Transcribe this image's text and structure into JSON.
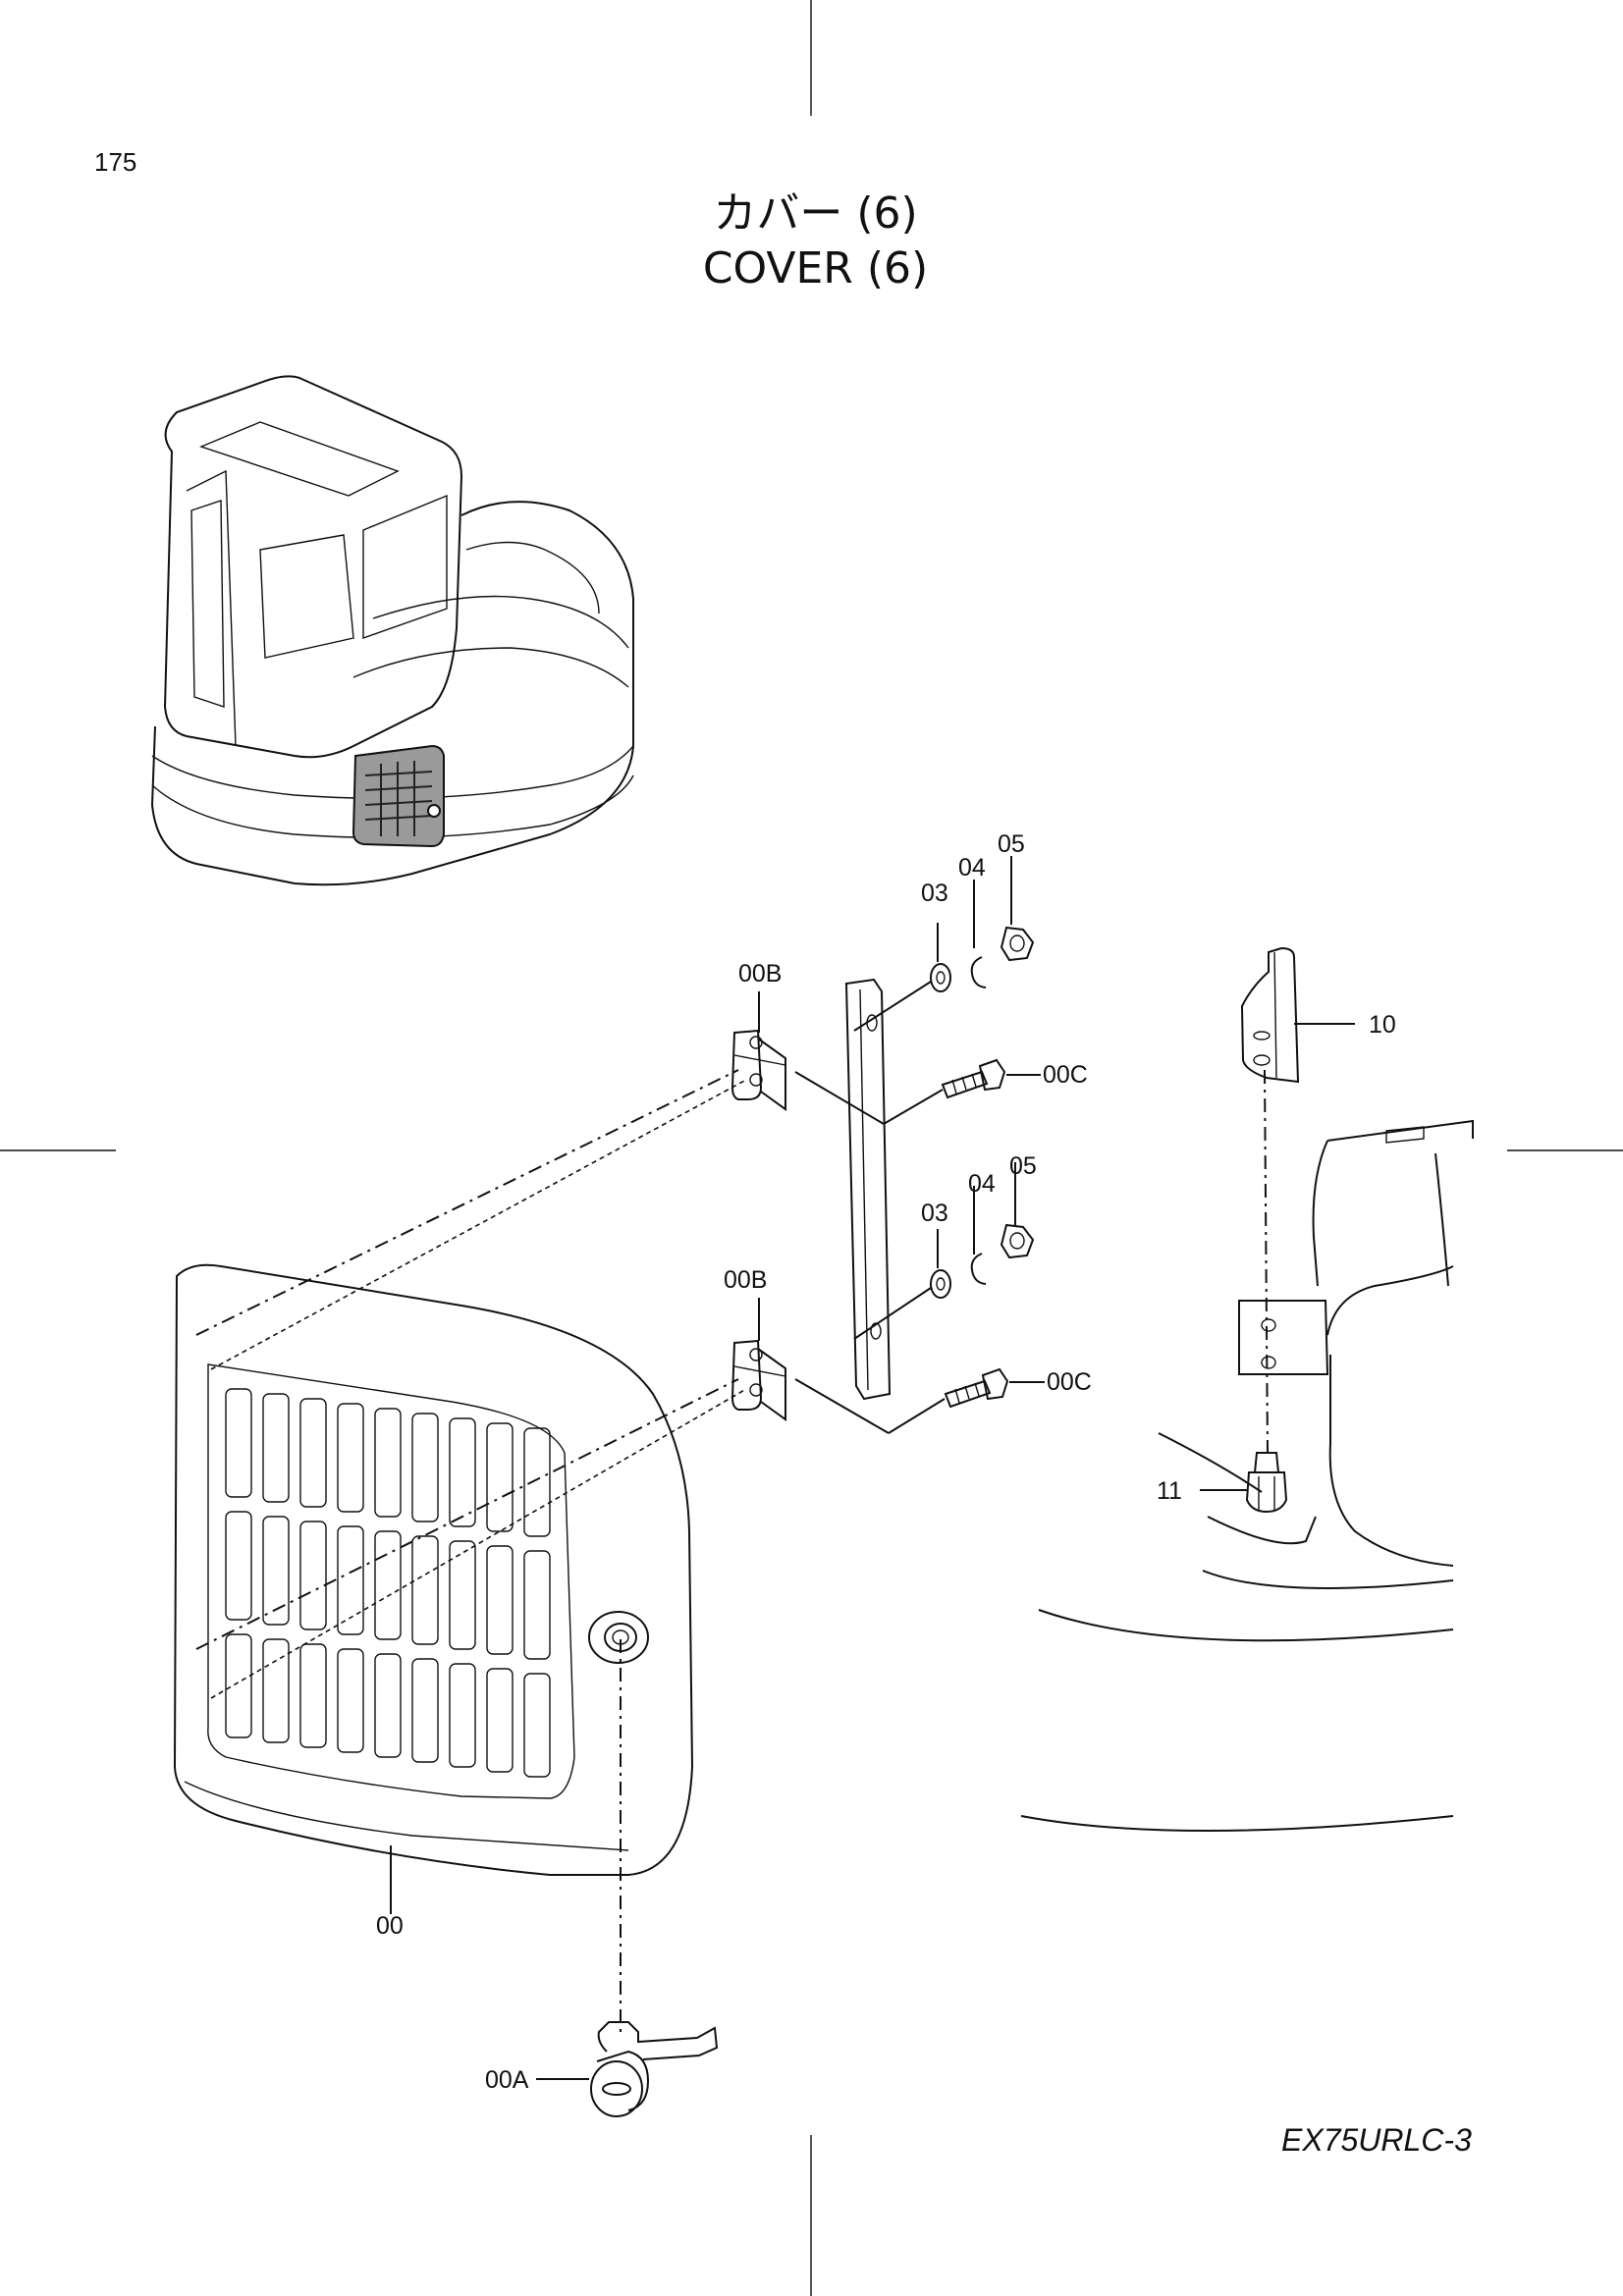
{
  "page": {
    "number": "175",
    "title_jp": "カバー (6)",
    "title_en": "COVER (6)",
    "model": "EX75URLC-3"
  },
  "callouts": {
    "p00": "00",
    "p00A": "00A",
    "p00B_upper": "00B",
    "p00B_lower": "00B",
    "p00C_upper": "00C",
    "p00C_lower": "00C",
    "p03_upper": "03",
    "p04_upper": "04",
    "p05_upper": "05",
    "p03_lower": "03",
    "p04_lower": "04",
    "p05_lower": "05",
    "p10": "10",
    "p11": "11"
  }
}
